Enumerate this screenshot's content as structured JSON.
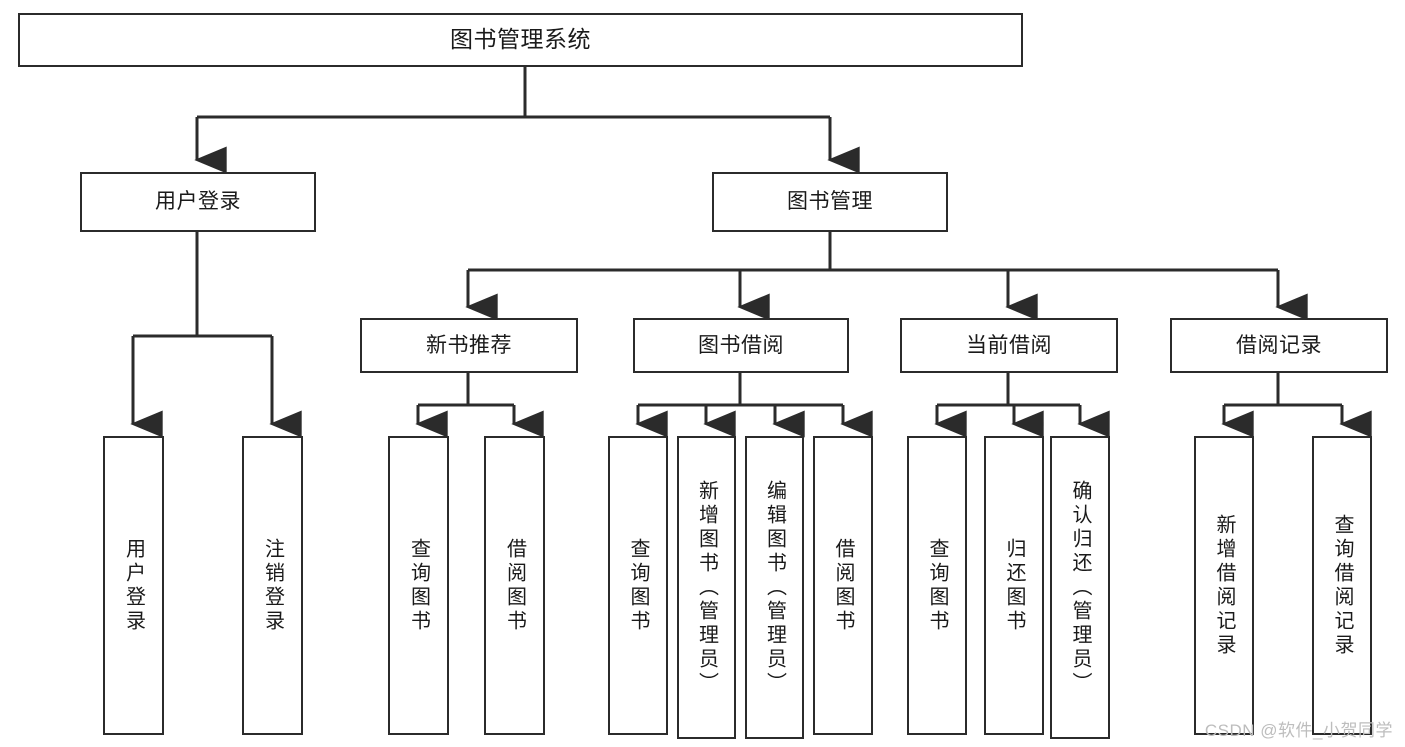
{
  "diagram": {
    "type": "tree-hierarchy",
    "title": "图书管理系统",
    "root": {
      "label": "图书管理系统"
    },
    "level2": [
      {
        "label": "用户登录"
      },
      {
        "label": "图书管理"
      }
    ],
    "level3": [
      {
        "label": "新书推荐"
      },
      {
        "label": "图书借阅"
      },
      {
        "label": "当前借阅"
      },
      {
        "label": "借阅记录"
      }
    ],
    "leaves": {
      "user_login": [
        {
          "label": "用户登录"
        },
        {
          "label": "注销登录"
        }
      ],
      "new_book_recommend": [
        {
          "label": "查询图书"
        },
        {
          "label": "借阅图书"
        }
      ],
      "book_borrow": [
        {
          "label": "查询图书"
        },
        {
          "label": "新增图书（管理员）"
        },
        {
          "label": "编辑图书（管理员）"
        },
        {
          "label": "借阅图书"
        }
      ],
      "current_borrow": [
        {
          "label": "查询图书"
        },
        {
          "label": "归还图书"
        },
        {
          "label": "确认归还（管理员）"
        }
      ],
      "borrow_records": [
        {
          "label": "新增借阅记录"
        },
        {
          "label": "查询借阅记录"
        }
      ]
    }
  },
  "watermark": {
    "text": "CSDN @软件_小贺同学"
  },
  "colors": {
    "stroke": "#2b2b2b",
    "background": "#ffffff",
    "text": "#1a1a1a",
    "watermark": "#bdbdbd"
  }
}
